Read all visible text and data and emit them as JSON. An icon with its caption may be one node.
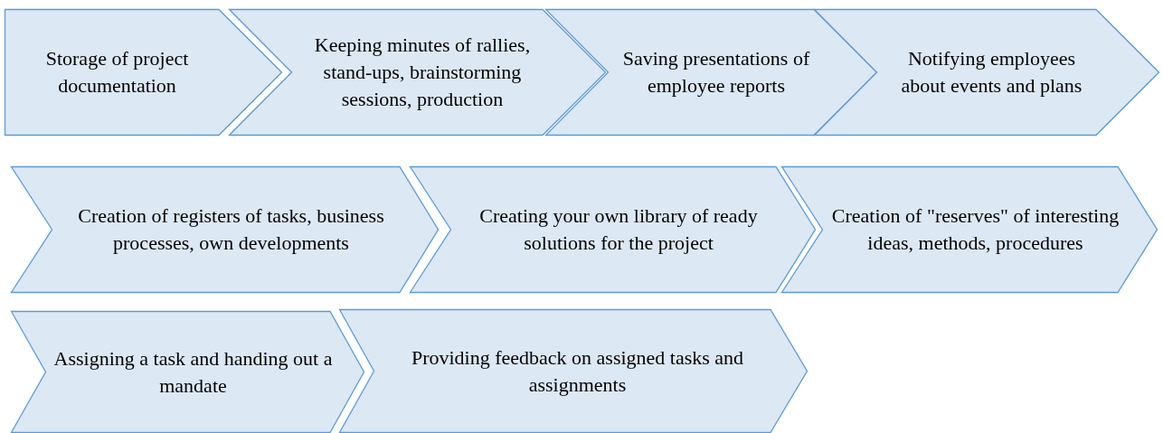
{
  "diagram": {
    "nodes": [
      {
        "text": [
          "Storage of project documentation"
        ]
      },
      {
        "text": [
          "Keeping minutes of rallies, stand-ups, brainstorming sessions, production"
        ]
      },
      {
        "text": [
          "Saving presentations of employee reports"
        ]
      },
      {
        "text": [
          "Notifying employees about events and plans"
        ]
      },
      {
        "text": [
          "Creation of registers of tasks, business processes, own developments"
        ]
      },
      {
        "text": [
          "Creating your own library of ready solutions for the project"
        ]
      },
      {
        "text": [
          "Creation of \"reserves\" of interesting ideas, methods, procedures"
        ]
      },
      {
        "text": [
          "Assigning a task and handing out a mandate"
        ]
      },
      {
        "text": [
          "Providing feedback on assigned tasks and assignments"
        ]
      }
    ]
  }
}
